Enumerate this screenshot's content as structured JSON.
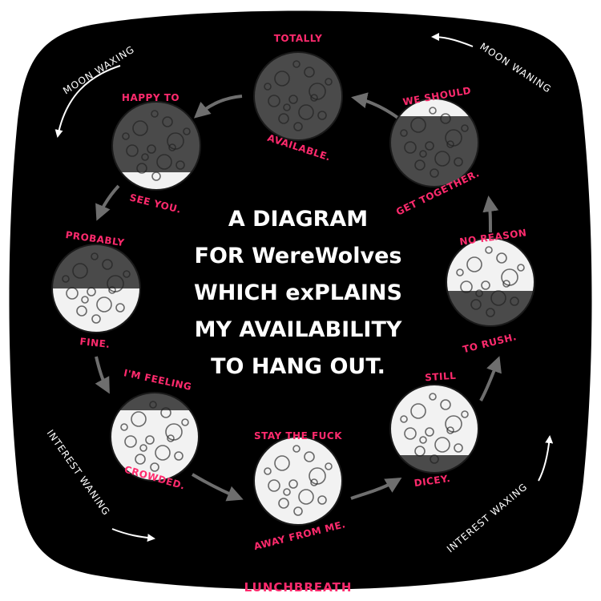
{
  "title_lines": [
    "A DIAGRAM",
    "FOR WereWolves",
    "WHICH exPLAINS",
    "MY AVAILABILITY",
    "TO HANG OUT."
  ],
  "cycle_labels": {
    "moon_waxing": "MOON WAXING",
    "moon_waning": "MOON WANING",
    "interest_waning": "INTEREST WANING",
    "interest_waxing": "INTEREST WAXING"
  },
  "phases": [
    {
      "top": "TOTALLY",
      "bottom": "AVAILABLE.",
      "lit_fraction": 0.0,
      "lit_side": "none"
    },
    {
      "top": "HAPPY TO",
      "bottom": "SEE YOU.",
      "lit_fraction": 0.2,
      "lit_side": "bottom"
    },
    {
      "top": "PROBABLY",
      "bottom": "FINE.",
      "lit_fraction": 0.5,
      "lit_side": "bottom"
    },
    {
      "top": "I'M FEELING",
      "bottom": "CROWDED.",
      "lit_fraction": 0.8,
      "lit_side": "bottom"
    },
    {
      "top": "STAY THE FUCK",
      "bottom": "AWAY FROM ME.",
      "lit_fraction": 1.0,
      "lit_side": "full"
    },
    {
      "top": "STILL",
      "bottom": "DICEY.",
      "lit_fraction": 0.8,
      "lit_side": "top"
    },
    {
      "top": "NO REASON",
      "bottom": "TO RUSH.",
      "lit_fraction": 0.6,
      "lit_side": "top"
    },
    {
      "top": "WE SHOULD",
      "bottom": "GET TOGETHER.",
      "lit_fraction": 0.2,
      "lit_side": "top"
    }
  ],
  "credit": "LUNCHBREATH",
  "colors": {
    "background": "#000000",
    "frame": "#ffffff",
    "label": "#ff2a6d",
    "moon_dark": "#4a4a4a",
    "moon_lit": "#f2f2f2",
    "arrow": "#6e6e6e",
    "text": "#ffffff"
  }
}
